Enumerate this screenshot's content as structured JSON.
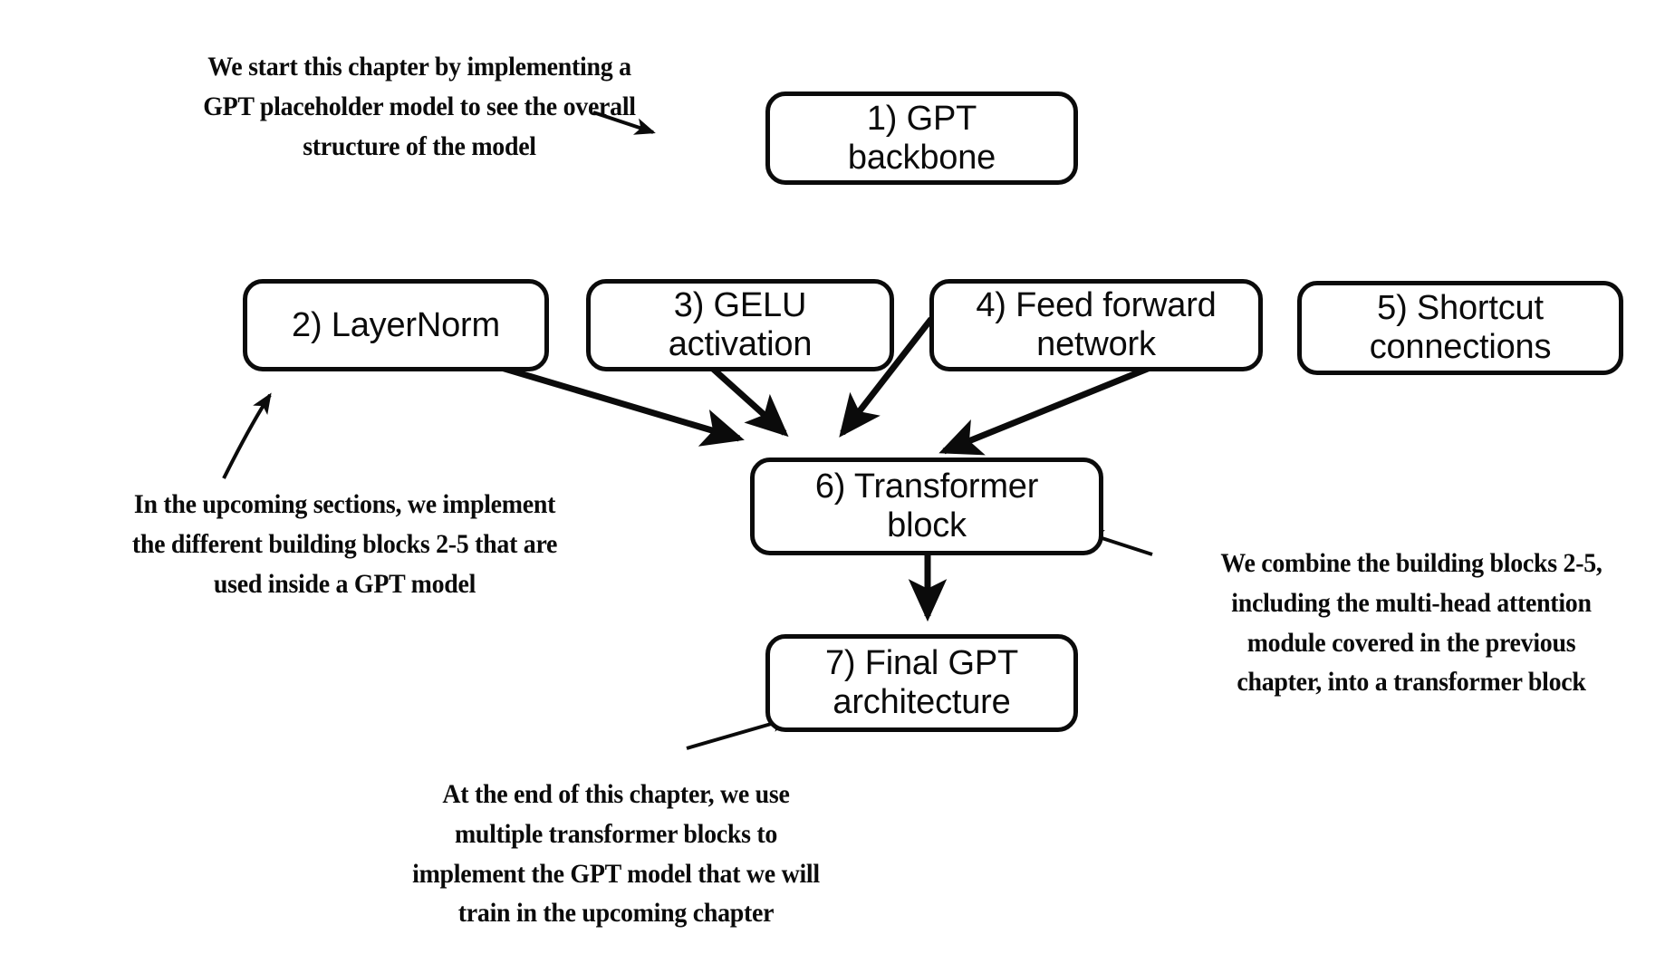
{
  "diagram": {
    "title": "GPT chapter overview flow diagram",
    "background_color": "#ffffff",
    "stroke_color": "#0b0b0b",
    "nodes": [
      {
        "id": "gpt-backbone",
        "label": "1) GPT\nbackbone",
        "number": "1",
        "name": "GPT backbone"
      },
      {
        "id": "layernorm",
        "label": "2) LayerNorm",
        "number": "2",
        "name": "LayerNorm"
      },
      {
        "id": "gelu",
        "label": "3) GELU\nactivation",
        "number": "3",
        "name": "GELU activation"
      },
      {
        "id": "feed-forward",
        "label": "4) Feed forward\nnetwork",
        "number": "4",
        "name": "Feed forward network"
      },
      {
        "id": "shortcut",
        "label": "5) Shortcut\nconnections",
        "number": "5",
        "name": "Shortcut connections"
      },
      {
        "id": "transformer-block",
        "label": "6) Transformer\nblock",
        "number": "6",
        "name": "Transformer block"
      },
      {
        "id": "final-gpt",
        "label": "7) Final GPT\narchitecture",
        "number": "7",
        "name": "Final GPT architecture"
      }
    ],
    "notes": [
      {
        "id": "note-top-left",
        "text": "We start this chapter by implementing a\nGPT placeholder model to see the overall\nstructure of the model",
        "points_to": "gpt-backbone"
      },
      {
        "id": "note-left",
        "text": "In the upcoming sections, we implement\nthe different building blocks 2-5 that are\nused inside a GPT model",
        "points_to": "layernorm"
      },
      {
        "id": "note-right",
        "text": "We combine the building blocks 2-5,\nincluding the multi-head attention\nmodule covered in the previous\nchapter, into a transformer block",
        "points_to": "transformer-block"
      },
      {
        "id": "note-bottom",
        "text": "At the end of this chapter, we use\nmultiple transformer blocks to\nimplement the GPT model that we will\ntrain in the upcoming chapter",
        "points_to": "final-gpt"
      }
    ],
    "edges": [
      {
        "from": "layernorm",
        "to": "transformer-block"
      },
      {
        "from": "gelu",
        "to": "transformer-block"
      },
      {
        "from": "feed-forward",
        "to": "transformer-block"
      },
      {
        "from": "shortcut",
        "to": "transformer-block"
      },
      {
        "from": "transformer-block",
        "to": "final-gpt"
      }
    ]
  }
}
